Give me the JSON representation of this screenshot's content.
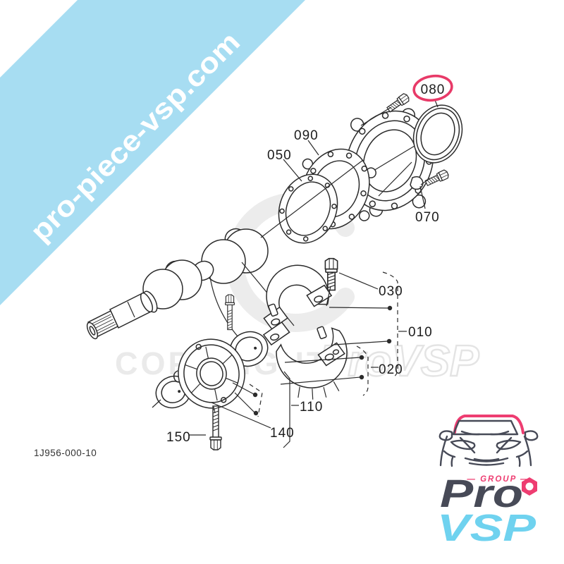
{
  "banner": {
    "text": "pro-piece-vsp.com",
    "background_color": "#a7ddf2",
    "text_color": "#ffffff"
  },
  "watermark": {
    "copyright": "COPYRIGHT",
    "brand": "ProVSP",
    "color": "#eaeaea"
  },
  "diagram": {
    "drawing_number": "1J956-000-10",
    "highlighted_label": "080",
    "highlight_color": "#e83a68",
    "labels": [
      {
        "text": "050"
      },
      {
        "text": "090"
      },
      {
        "text": "080"
      },
      {
        "text": "070"
      },
      {
        "text": "030"
      },
      {
        "text": "010"
      },
      {
        "text": "020"
      },
      {
        "text": "110"
      },
      {
        "text": "140"
      },
      {
        "text": "150"
      }
    ]
  },
  "logo": {
    "group_label": "— GROUP —",
    "name_top": "Pro",
    "name_bottom": "VSP",
    "dark_color": "#474a57",
    "pink_color": "#ee3d71",
    "blue_color": "#6fd2ef"
  }
}
